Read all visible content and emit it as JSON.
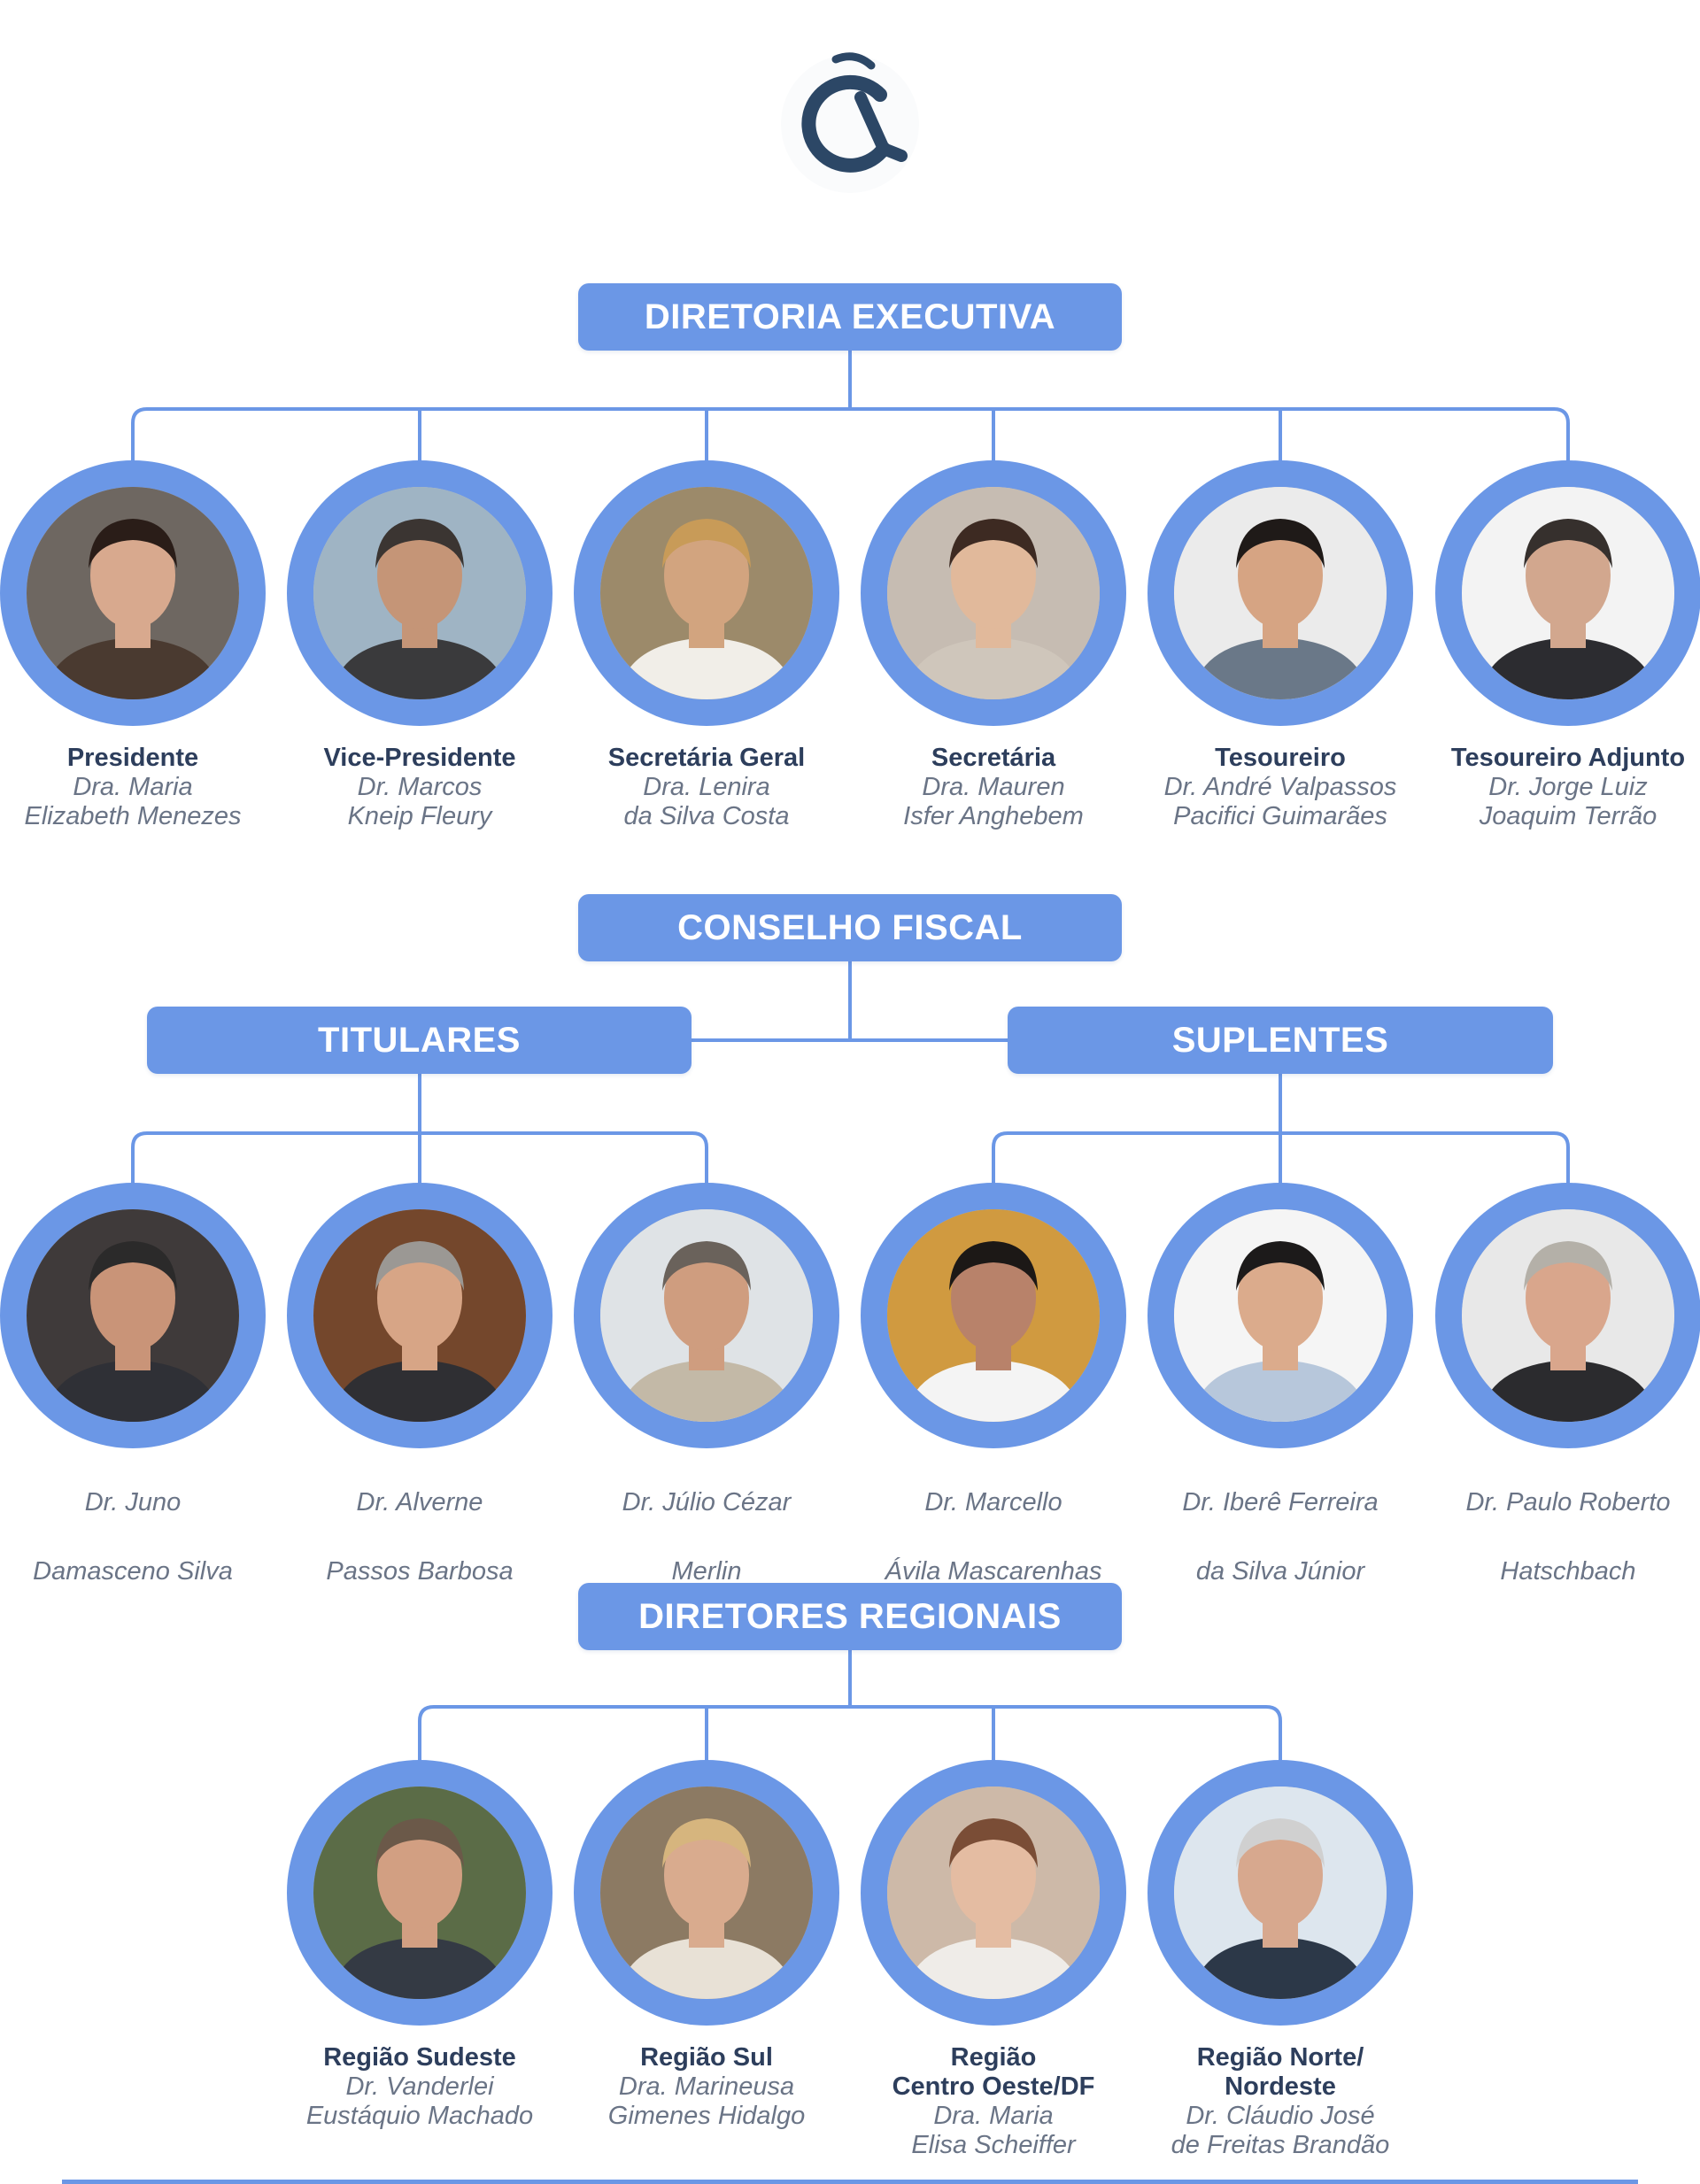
{
  "colors": {
    "accent": "#6b97e6",
    "role_text": "#2d3e5c",
    "name_text": "#6a7486",
    "logo": "#2c4766"
  },
  "logo": {
    "icon": "organization-logo-icon"
  },
  "sections": {
    "diretoria": {
      "title": "DIRETORIA EXECUTIVA",
      "members": [
        {
          "role": "Presidente",
          "name1": "Dra. Maria",
          "name2": "Elizabeth Menezes",
          "bg": "#6e6761",
          "skin": "#d8a98e",
          "hair": "#2a1d18",
          "shirt": "#4a3a30"
        },
        {
          "role": "Vice-Presidente",
          "name1": "Dr. Marcos",
          "name2": "Kneip Fleury",
          "bg": "#9fb4c4",
          "skin": "#c59577",
          "hair": "#3b3532",
          "shirt": "#3a3a3c"
        },
        {
          "role": "Secretária Geral",
          "name1": "Dra. Lenira",
          "name2": "da Silva Costa",
          "bg": "#9c8a6a",
          "skin": "#d2a47f",
          "hair": "#c89b58",
          "shirt": "#f1eee8"
        },
        {
          "role": "Secretária",
          "name1": "Dra. Mauren",
          "name2": "Isfer Anghebem",
          "bg": "#c6bcb2",
          "skin": "#e1b99b",
          "hair": "#3d2a22",
          "shirt": "#cfc6bb"
        },
        {
          "role": "Tesoureiro",
          "name1": "Dr. André Valpassos",
          "name2": "Pacifici Guimarães",
          "bg": "#ebebeb",
          "skin": "#d6a483",
          "hair": "#1f1a18",
          "shirt": "#6a7888"
        },
        {
          "role": "Tesoureiro Adjunto",
          "name1": "Dr. Jorge Luiz",
          "name2": "Joaquim Terrão",
          "bg": "#f3f3f3",
          "skin": "#d2a78e",
          "hair": "#36302d",
          "shirt": "#2c2c30"
        }
      ]
    },
    "conselho": {
      "title": "CONSELHO FISCAL",
      "titulares": {
        "title": "TITULARES",
        "members": [
          {
            "name1": "Dr. Juno",
            "name2": "Damasceno Silva",
            "bg": "#3f3a3a",
            "skin": "#c99478",
            "hair": "#2b2a2a",
            "shirt": "#2f3036"
          },
          {
            "name1": "Dr. Alverne",
            "name2": "Passos Barbosa",
            "bg": "#74472c",
            "skin": "#d7a586",
            "hair": "#9b9894",
            "shirt": "#2f2f33"
          },
          {
            "name1": "Dr. Júlio Cézar",
            "name2": "Merlin",
            "bg": "#dfe3e6",
            "skin": "#cf9d7f",
            "hair": "#6a625b",
            "shirt": "#c3b9a7"
          }
        ]
      },
      "suplentes": {
        "title": "SUPLENTES",
        "members": [
          {
            "name1": "Dr. Marcello",
            "name2": "Ávila Mascarenhas",
            "bg": "#d09a40",
            "skin": "#b8826a",
            "hair": "#1c1816",
            "shirt": "#f4f4f4"
          },
          {
            "name1": "Dr. Iberê Ferreira",
            "name2": "da Silva Júnior",
            "bg": "#f5f5f5",
            "skin": "#dbab8c",
            "hair": "#1c1a1a",
            "shirt": "#b7c7db"
          },
          {
            "name1": "Dr. Paulo Roberto",
            "name2": "Hatschbach",
            "bg": "#e8e8e8",
            "skin": "#d9a68c",
            "hair": "#b4b0a8",
            "shirt": "#2b2b2e"
          }
        ]
      }
    },
    "regionais": {
      "title": "DIRETORES REGIONAIS",
      "members": [
        {
          "role1": "Região Sudeste",
          "role2": "",
          "name1": "Dr. Vanderlei",
          "name2": "Eustáquio Machado",
          "bg": "#5b6c47",
          "skin": "#d29f82",
          "hair": "#6b5949",
          "shirt": "#343a44"
        },
        {
          "role1": "Região Sul",
          "role2": "",
          "name1": "Dra. Marineusa",
          "name2": "Gimenes Hidalgo",
          "bg": "#8c7a63",
          "skin": "#d9ab8e",
          "hair": "#d6b57e",
          "shirt": "#e8e1d6"
        },
        {
          "role1": "Região",
          "role2": "Centro Oeste/DF",
          "name1": "Dra. Maria",
          "name2": "Elisa Scheiffer",
          "bg": "#cdb9a8",
          "skin": "#e4bca2",
          "hair": "#7a4d36",
          "shirt": "#efece8"
        },
        {
          "role1": "Região Norte/",
          "role2": "Nordeste",
          "name1": "Dr. Cláudio José",
          "name2": "de Freitas Brandão",
          "bg": "#dde6ee",
          "skin": "#d7a88e",
          "hair": "#d0d0d0",
          "shirt": "#2c3848"
        }
      ]
    }
  }
}
